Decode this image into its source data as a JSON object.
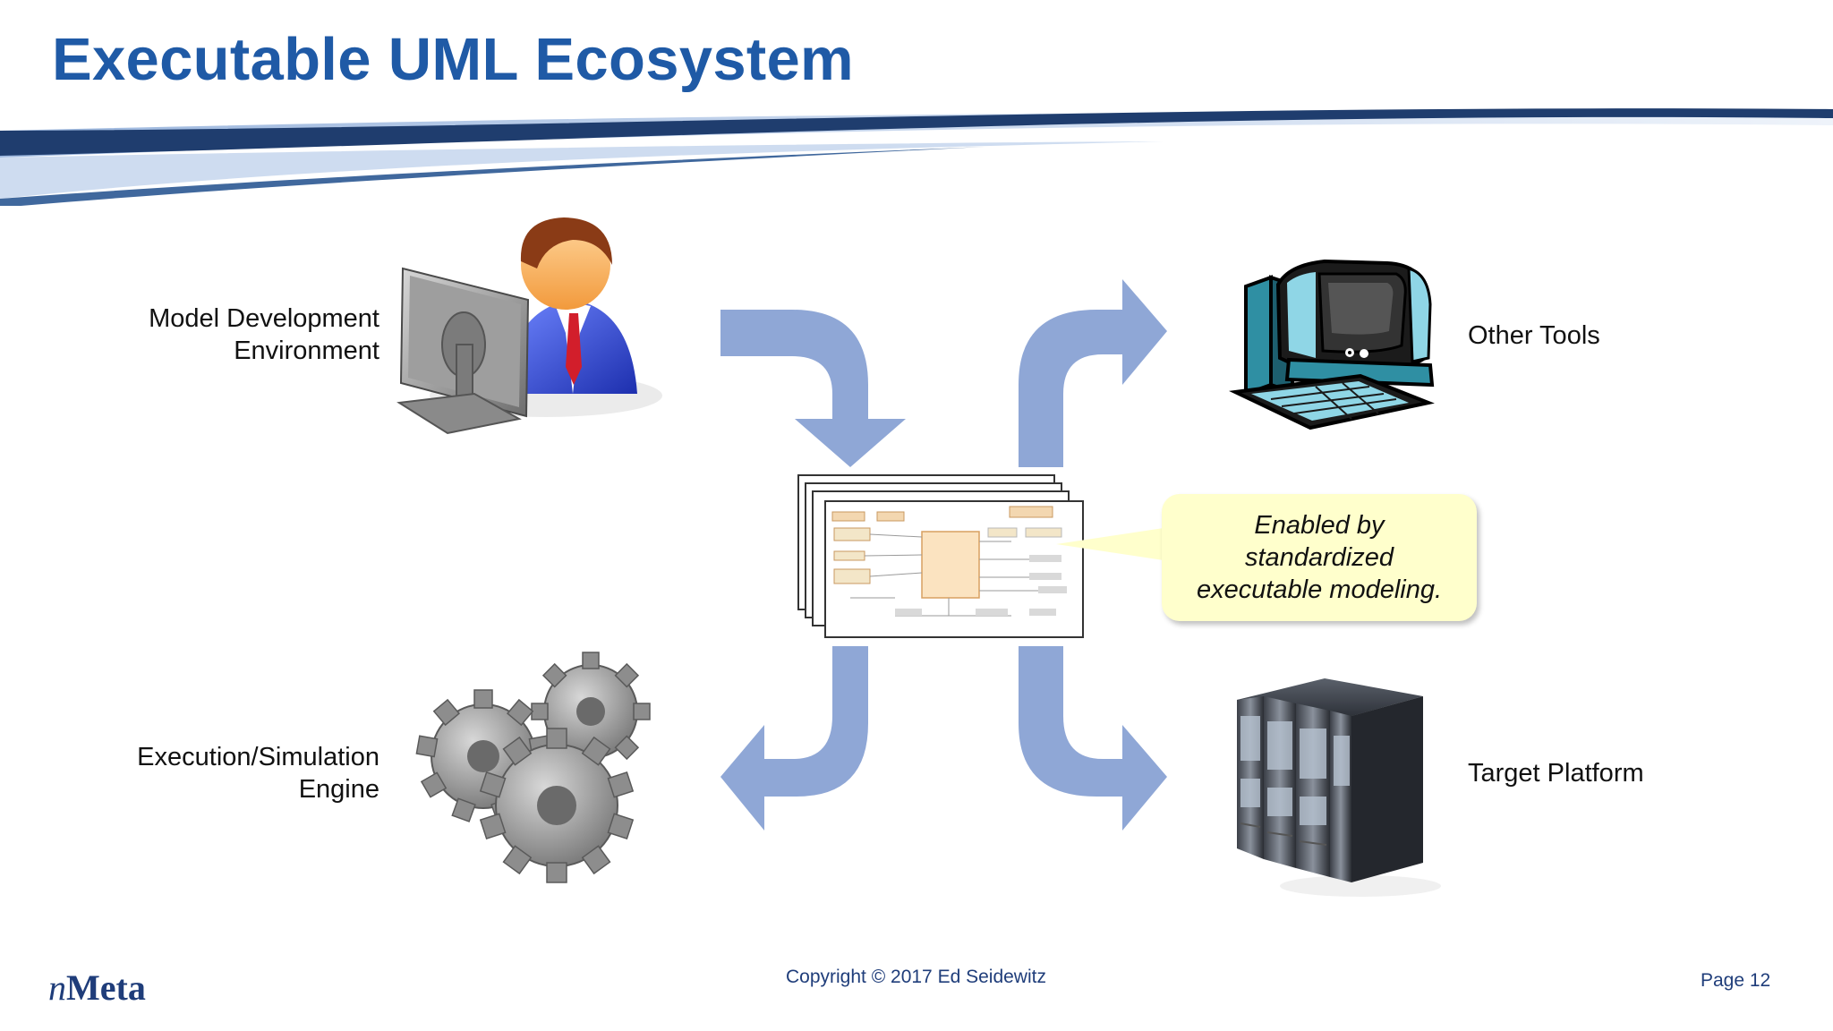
{
  "slide": {
    "title": "Executable UML Ecosystem"
  },
  "nodes": {
    "model_dev": {
      "line1": "Model Development",
      "line2": "Environment",
      "icon": "user-at-computer-icon"
    },
    "other_tools": {
      "label": "Other Tools",
      "icon": "desktop-computer-icon"
    },
    "execution": {
      "line1": "Execution/Simulation",
      "line2": "Engine",
      "icon": "gears-icon"
    },
    "target": {
      "label": "Target Platform",
      "icon": "server-rack-icon"
    },
    "model": {
      "icon": "uml-model-documents-icon"
    }
  },
  "callout": {
    "text": "Enabled by\nstandardized\nexecutable modeling."
  },
  "footer": {
    "copyright": "Copyright © 2017 Ed Seidewitz",
    "page": "Page 12",
    "logo_prefix": "n",
    "logo_suffix": "Meta"
  },
  "colors": {
    "title": "#1f5aa6",
    "arrow": "#8fa7d6",
    "swoosh_dark": "#1f3d6e",
    "swoosh_light": "#c9d8ee",
    "callout_bg": "#ffffcc"
  }
}
